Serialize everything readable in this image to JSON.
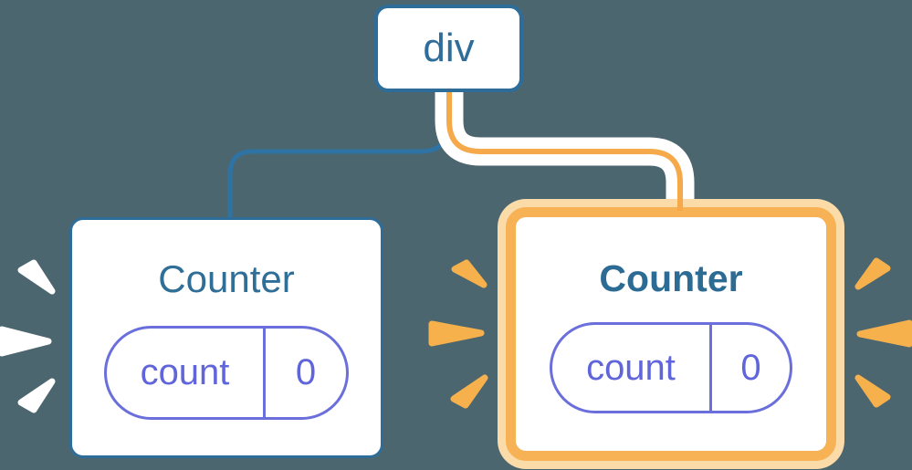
{
  "diagram": {
    "root_node": {
      "label": "div"
    },
    "left_counter": {
      "title": "Counter",
      "state": {
        "key": "count",
        "value": "0"
      },
      "highlighted": false
    },
    "right_counter": {
      "title": "Counter",
      "state": {
        "key": "count",
        "value": "0"
      },
      "highlighted": true
    }
  },
  "colors": {
    "background": "#4C666F",
    "node_border_blue": "#2E6D9A",
    "title_blue": "#2F6E96",
    "connector_blue": "#2E73A3",
    "connector_orange": "#F5A94B",
    "connector_casing_white": "#FFFFFF",
    "highlight_border_orange": "#F6B254",
    "highlight_glow_orange": "#FBDCA9",
    "burst_orange": "#F6B04C",
    "burst_white": "#FFFFFF",
    "pill_border_purple": "#6B6FDC",
    "pill_text_purple": "#6065DB",
    "card_background": "#FFFFFF"
  }
}
